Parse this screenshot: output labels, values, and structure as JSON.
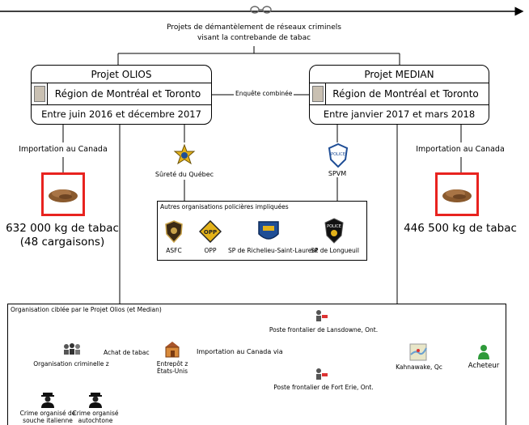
{
  "header": {
    "line1": "Projets de démantèlement de réseaux criminels",
    "line2": "visant la contrebande de tabac"
  },
  "projects": [
    {
      "title": "Projet OLIOS",
      "region": "Région de Montréal et Toronto",
      "period": "Entre juin 2016 et décembre 2017",
      "import_label": "Importation au Canada",
      "amount": "632 000 kg de tabac",
      "cargo": "(48 cargaisons)"
    },
    {
      "title": "Projet MEDIAN",
      "region": "Région de Montréal et Toronto",
      "period": "Entre janvier 2017 et mars 2018",
      "import_label": "Importation au Canada",
      "amount": "446 500 kg de tabac",
      "cargo": ""
    }
  ],
  "combined_label": "Enquête combinée",
  "agencies": {
    "sq": "Sûreté du Québec",
    "spvm": "SPVM",
    "spvm_badge": "POLICE",
    "other_title": "Autres organisations policières impliquées",
    "others": [
      "ASFC",
      "OPP",
      "SP de Richelieu-Saint-Laurent",
      "SP de Longueuil"
    ],
    "opp_badge": "OPP",
    "longueuil_badge": "POLICE"
  },
  "flow": {
    "title": "Organisation ciblée par le Projet Olios (et Median)",
    "org": "Organisation criminelle z",
    "purchase": "Achat de tabac",
    "warehouse_1": "Entrepôt z",
    "warehouse_2": "États-Unis",
    "import_via": "Importation au Canada via",
    "border_1": "Poste frontalier de Lansdowne, Ont.",
    "border_2": "Poste frontalier de Fort Erie, Ont.",
    "destination": "Kahnawake, Qc",
    "buyer": "Acheteur",
    "crime_1_line1": "Crime organisé de",
    "crime_1_line2": "souche italienne",
    "crime_2_line1": "Crime organisé",
    "crime_2_line2": "autochtone"
  },
  "colors": {
    "highlight_red": "#e8231f",
    "tobacco_brown": "#8a5a2e",
    "sq_gold": "#e3b21a",
    "police_blue": "#1f4e96",
    "buyer_green": "#2e9a3a"
  }
}
